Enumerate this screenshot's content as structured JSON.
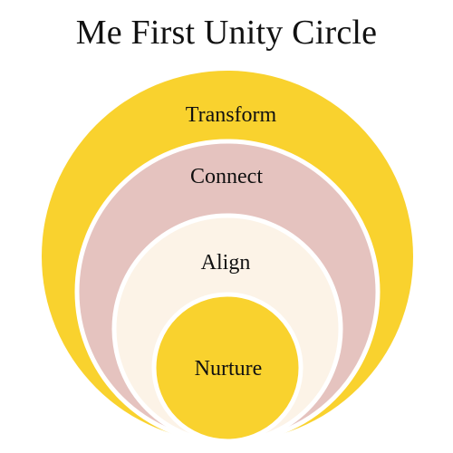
{
  "title": "Me First Unity Circle",
  "rings": [
    {
      "label": "Transform",
      "color": "#f9d22e"
    },
    {
      "label": "Connect",
      "color": "#e5c3bf"
    },
    {
      "label": "Align",
      "color": "#fcf3e7"
    },
    {
      "label": "Nurture",
      "color": "#f9d22e"
    }
  ],
  "colors": {
    "separator": "#ffffff",
    "text": "#111111"
  }
}
